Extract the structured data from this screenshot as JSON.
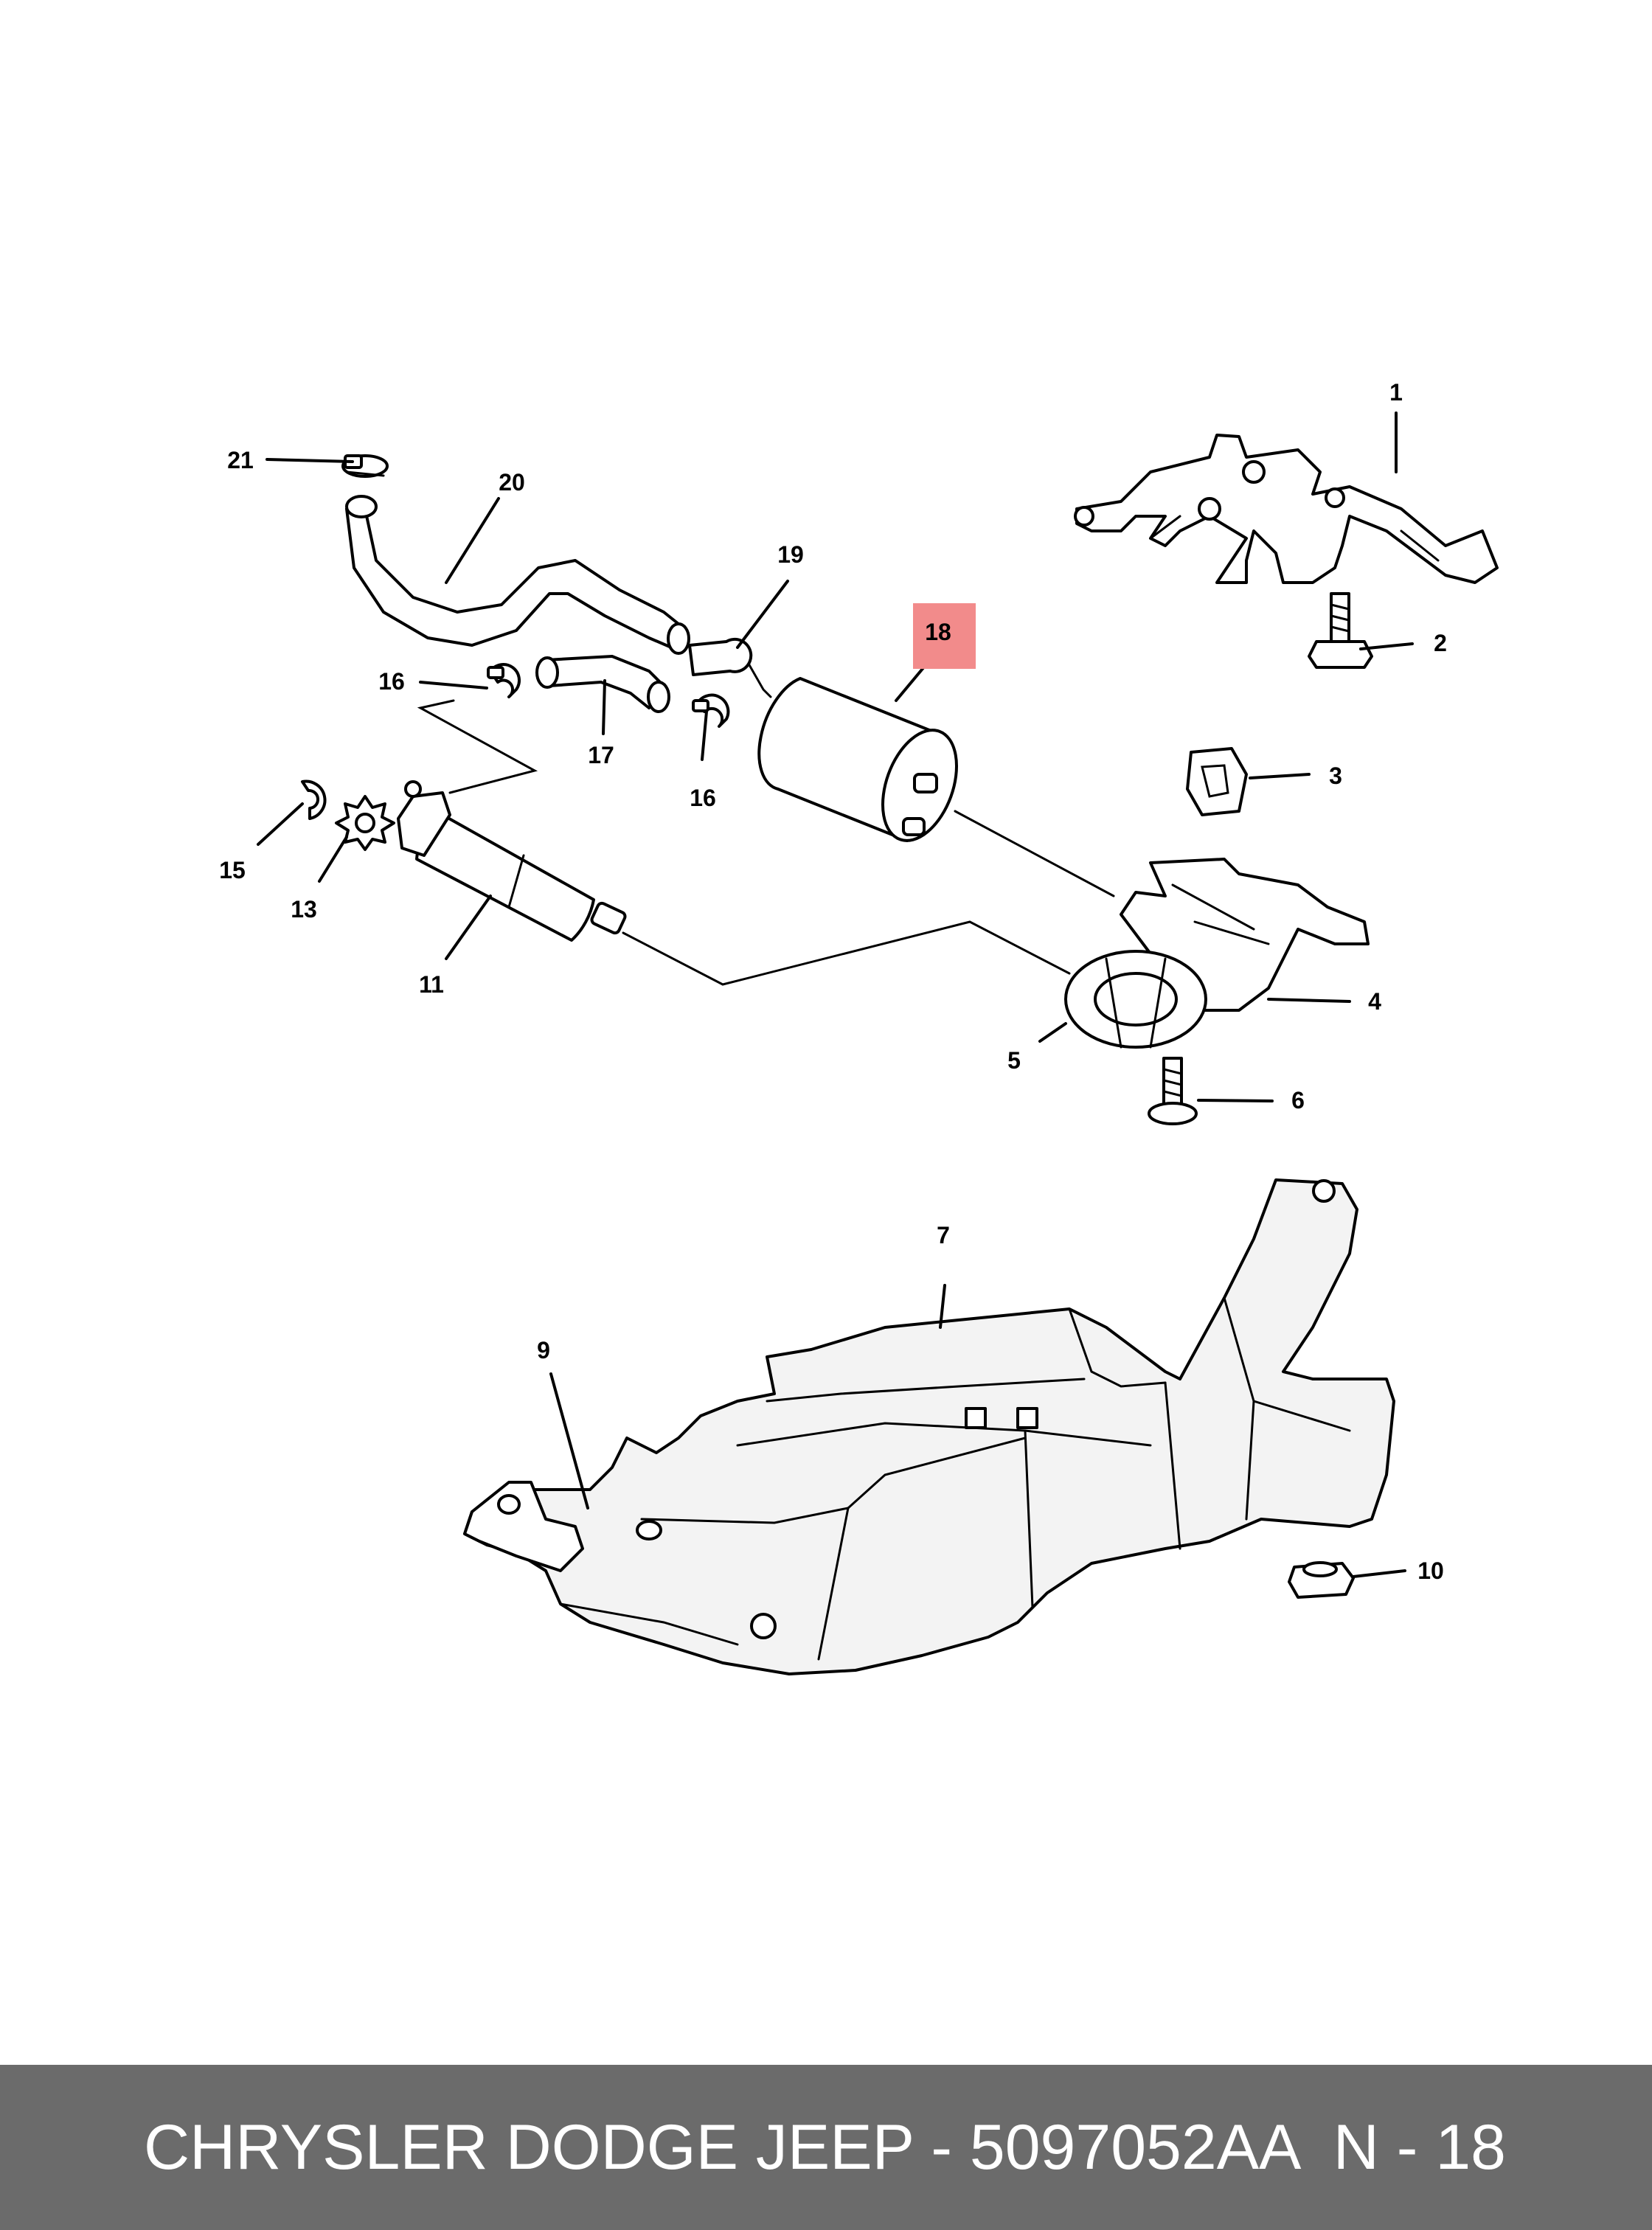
{
  "diagram": {
    "highlight_color": "#f28b8b",
    "callouts": {
      "c1": "1",
      "c2": "2",
      "c3": "3",
      "c4": "4",
      "c5": "5",
      "c6": "6",
      "c7": "7",
      "c9": "9",
      "c10": "10",
      "c11": "11",
      "c13": "13",
      "c15": "15",
      "c16a": "16",
      "c16b": "16",
      "c17": "17",
      "c18": "18",
      "c19": "19",
      "c20": "20",
      "c21": "21"
    }
  },
  "footer": {
    "part_label": "CHRYSLER DODGE JEEP - 5097052AA",
    "position_label": "N - 18",
    "background_color": "#6b6b6b"
  }
}
